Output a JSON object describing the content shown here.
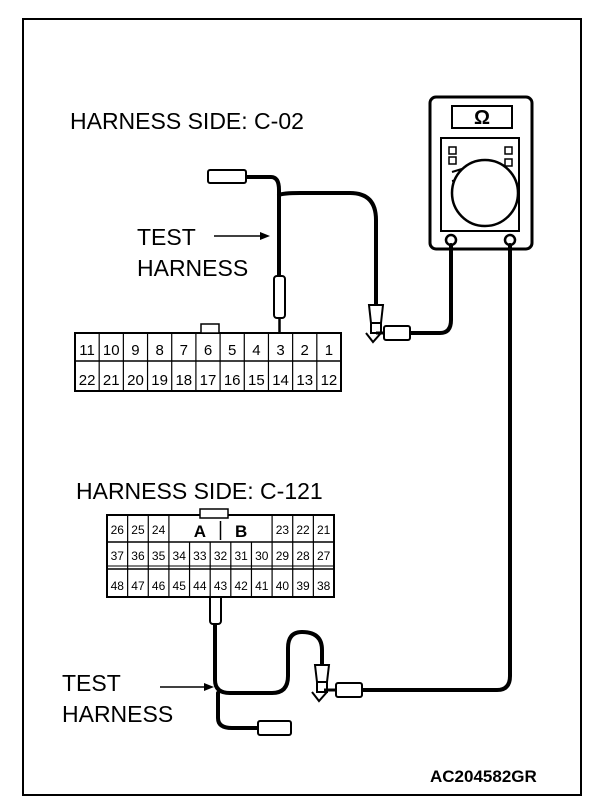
{
  "labels": {
    "harness_c02": "HARNESS SIDE: C-02",
    "harness_c121": "HARNESS SIDE: C-121",
    "test_1": "TEST",
    "harness_1": "HARNESS",
    "test_2": "TEST",
    "harness_2": "HARNESS",
    "figure_id": "AC204582GR"
  },
  "meter": {
    "symbol": "Ω"
  },
  "connector_c02": {
    "row_top": [
      "11",
      "10",
      "9",
      "8",
      "7",
      "6",
      "5",
      "4",
      "3",
      "2",
      "1"
    ],
    "row_bottom": [
      "22",
      "21",
      "20",
      "19",
      "18",
      "17",
      "16",
      "15",
      "14",
      "13",
      "12"
    ]
  },
  "connector_c121": {
    "row1_left": [
      "26",
      "25",
      "24"
    ],
    "row1_center": [
      "A",
      "B"
    ],
    "row1_right": [
      "23",
      "22",
      "21"
    ],
    "row2": [
      "37",
      "36",
      "35",
      "34",
      "33",
      "32",
      "31",
      "30",
      "29",
      "28",
      "27"
    ],
    "row3": [
      "48",
      "47",
      "46",
      "45",
      "44",
      "43",
      "42",
      "41",
      "40",
      "39",
      "38"
    ]
  }
}
